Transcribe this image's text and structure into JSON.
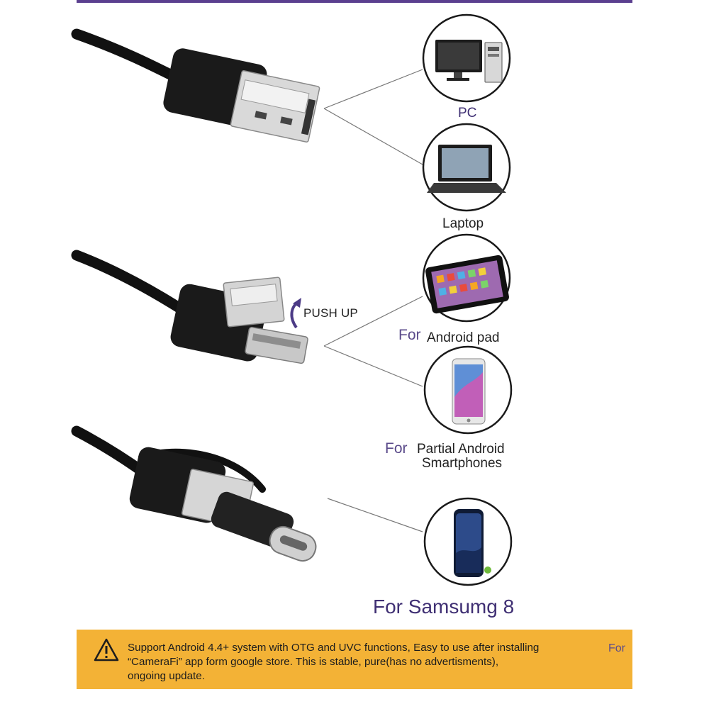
{
  "colors": {
    "rule": "#5b3f8f",
    "cable": "#111111",
    "label_purple": "#3f2f73",
    "notice_bg": "#f3b236"
  },
  "cables": [
    {
      "name": "usb-a-micro-usb-dual-head"
    },
    {
      "name": "usb-a-micro-usb-push-up"
    },
    {
      "name": "usb-a-type-c-adapter"
    }
  ],
  "push_up_label": "PUSH UP",
  "devices": [
    {
      "icon": "desktop-pc-icon",
      "label": "PC"
    },
    {
      "icon": "laptop-icon",
      "label": "Laptop"
    },
    {
      "icon": "tablet-icon",
      "label_for": "For",
      "label": "Android pad"
    },
    {
      "icon": "smartphone-icon",
      "label_for": "For",
      "label": "Partial Android",
      "label2": "Smartphones"
    },
    {
      "icon": "samsung-phone-icon",
      "label": "For Samsumg 8"
    }
  ],
  "notice": {
    "icon": "warning-triangle-icon",
    "lines": [
      "Support Android 4.4+ system with OTG and UVC functions, Easy to use after installing",
      "“CameraFi” app form google store. This is stable, pure(has no advertisments),",
      "ongoing update."
    ],
    "trailing": "For"
  }
}
